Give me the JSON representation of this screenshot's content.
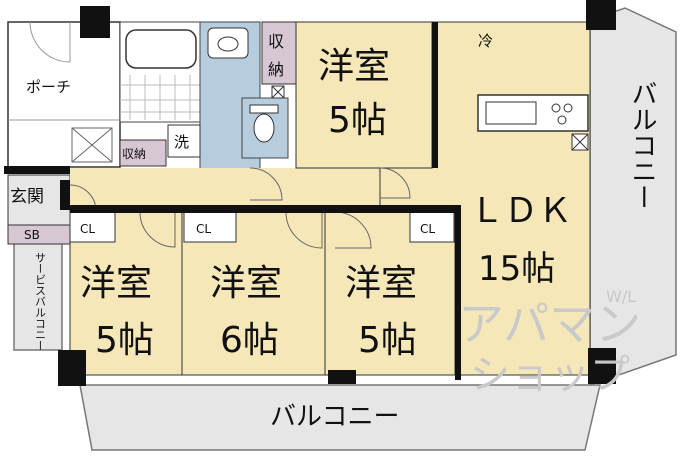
{
  "rooms": {
    "porch": "ポーチ",
    "entrance": "玄関",
    "shoe_box": "SB",
    "storage_top": "収納",
    "storage_small": "収納",
    "washer": "洗",
    "fridge": "冷",
    "room1_name": "洋室",
    "room1_size": "5帖",
    "room2_name": "洋室",
    "room2_size": "5帖",
    "room3_name": "洋室",
    "room3_size": "6帖",
    "room4_name": "洋室",
    "room4_size": "5帖",
    "ldk_name": "ＬＤＫ",
    "ldk_size": "15帖"
  },
  "closets": {
    "cl1": "CL",
    "cl2": "CL",
    "cl3": "CL"
  },
  "balconies": {
    "right": "バルコニー",
    "bottom": "バルコニー",
    "service": "サービスバルコニー"
  },
  "watermark": {
    "line1": "アパマン",
    "line2": "ショップ",
    "wl": "W/L"
  },
  "colors": {
    "room": "#F6E7B8",
    "wet": "#B7CCDC",
    "closet": "#D7C7D3",
    "balcony": "#E6E6E6",
    "wall": "#111111"
  }
}
